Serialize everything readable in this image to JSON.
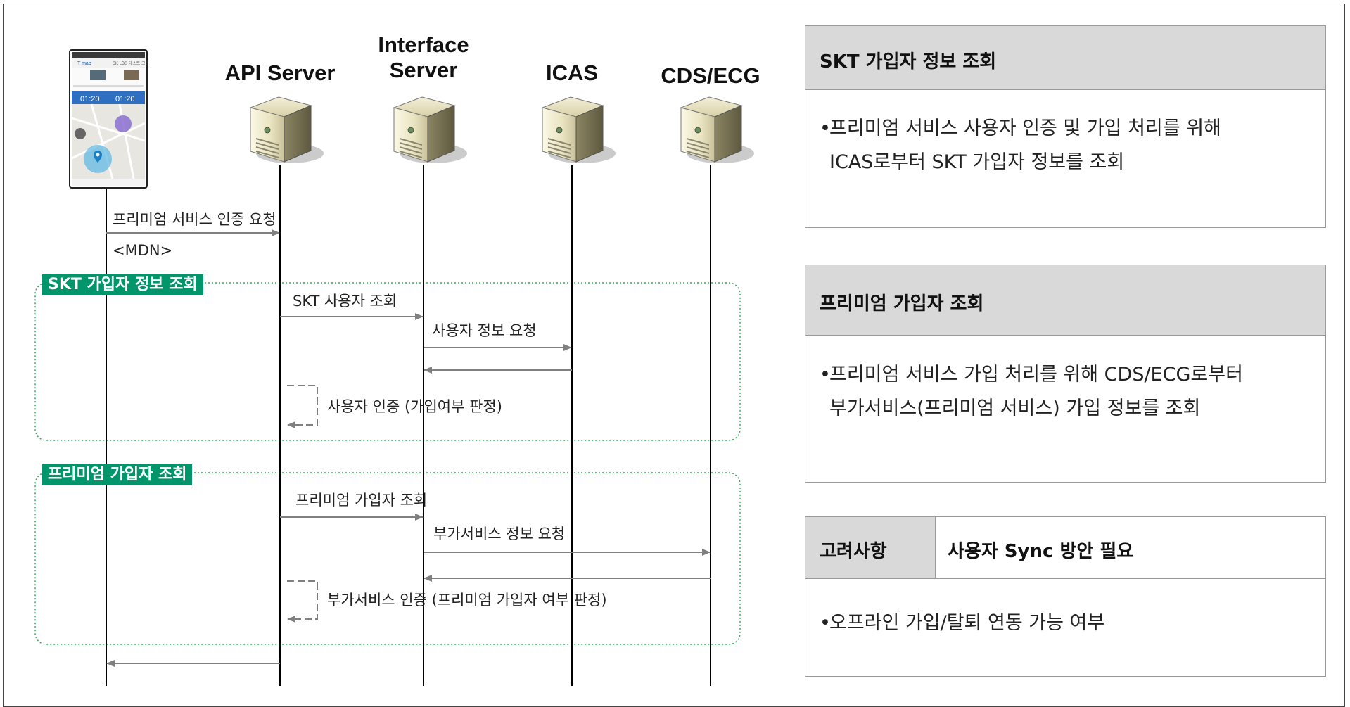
{
  "actors": [
    {
      "id": "phone",
      "label": ""
    },
    {
      "id": "api",
      "label": "API Server"
    },
    {
      "id": "interface",
      "label_line1": "Interface",
      "label_line2": "Server"
    },
    {
      "id": "icas",
      "label": "ICAS"
    },
    {
      "id": "cds",
      "label": "CDS/ECG"
    }
  ],
  "phone_screen": {
    "app_name": "T map",
    "top_labels": [
      "SK LBS 테스트 그룹"
    ],
    "time_1": "01:20",
    "time_2": "01:20"
  },
  "messages": {
    "m1": "프리미엄 서비스 인증 요청",
    "m1_param": "<MDN>",
    "m2": "SKT 사용자 조회",
    "m3": "사용자 정보 요청",
    "m4": "사용자 인증 (가입여부 판정)",
    "m5": "프리미엄 가입자 조회",
    "m6": "부가서비스 정보 요청",
    "m7": "부가서비스 인증 (프리미엄 가입자 여부 판정)"
  },
  "groups": [
    {
      "label": "SKT 가입자 정보 조회"
    },
    {
      "label": "프리미엄 가입자 조회"
    }
  ],
  "panels": [
    {
      "title": "SKT 가입자 정보 조회",
      "body_line1": "프리미엄 서비스 사용자 인증 및 가입 처리를 위해",
      "body_line2": "ICAS로부터 SKT 가입자 정보를 조회"
    },
    {
      "title": "프리미엄 가입자 조회",
      "body_line1": "프리미엄 서비스 가입 처리를 위해 CDS/ECG로부터",
      "body_line2": "부가서비스(프리미엄 서비스) 가입 정보를 조회"
    },
    {
      "title_left": "고려사항",
      "title_right": "사용자 Sync 방안 필요",
      "body_line1": "오프라인 가입/탈퇴 연동 가능 여부"
    }
  ],
  "bullet": "•",
  "colors": {
    "group_border": "#2fb35a",
    "badge": "#00956a",
    "arrow": "#808080",
    "panel_header": "#d9d9d9"
  }
}
